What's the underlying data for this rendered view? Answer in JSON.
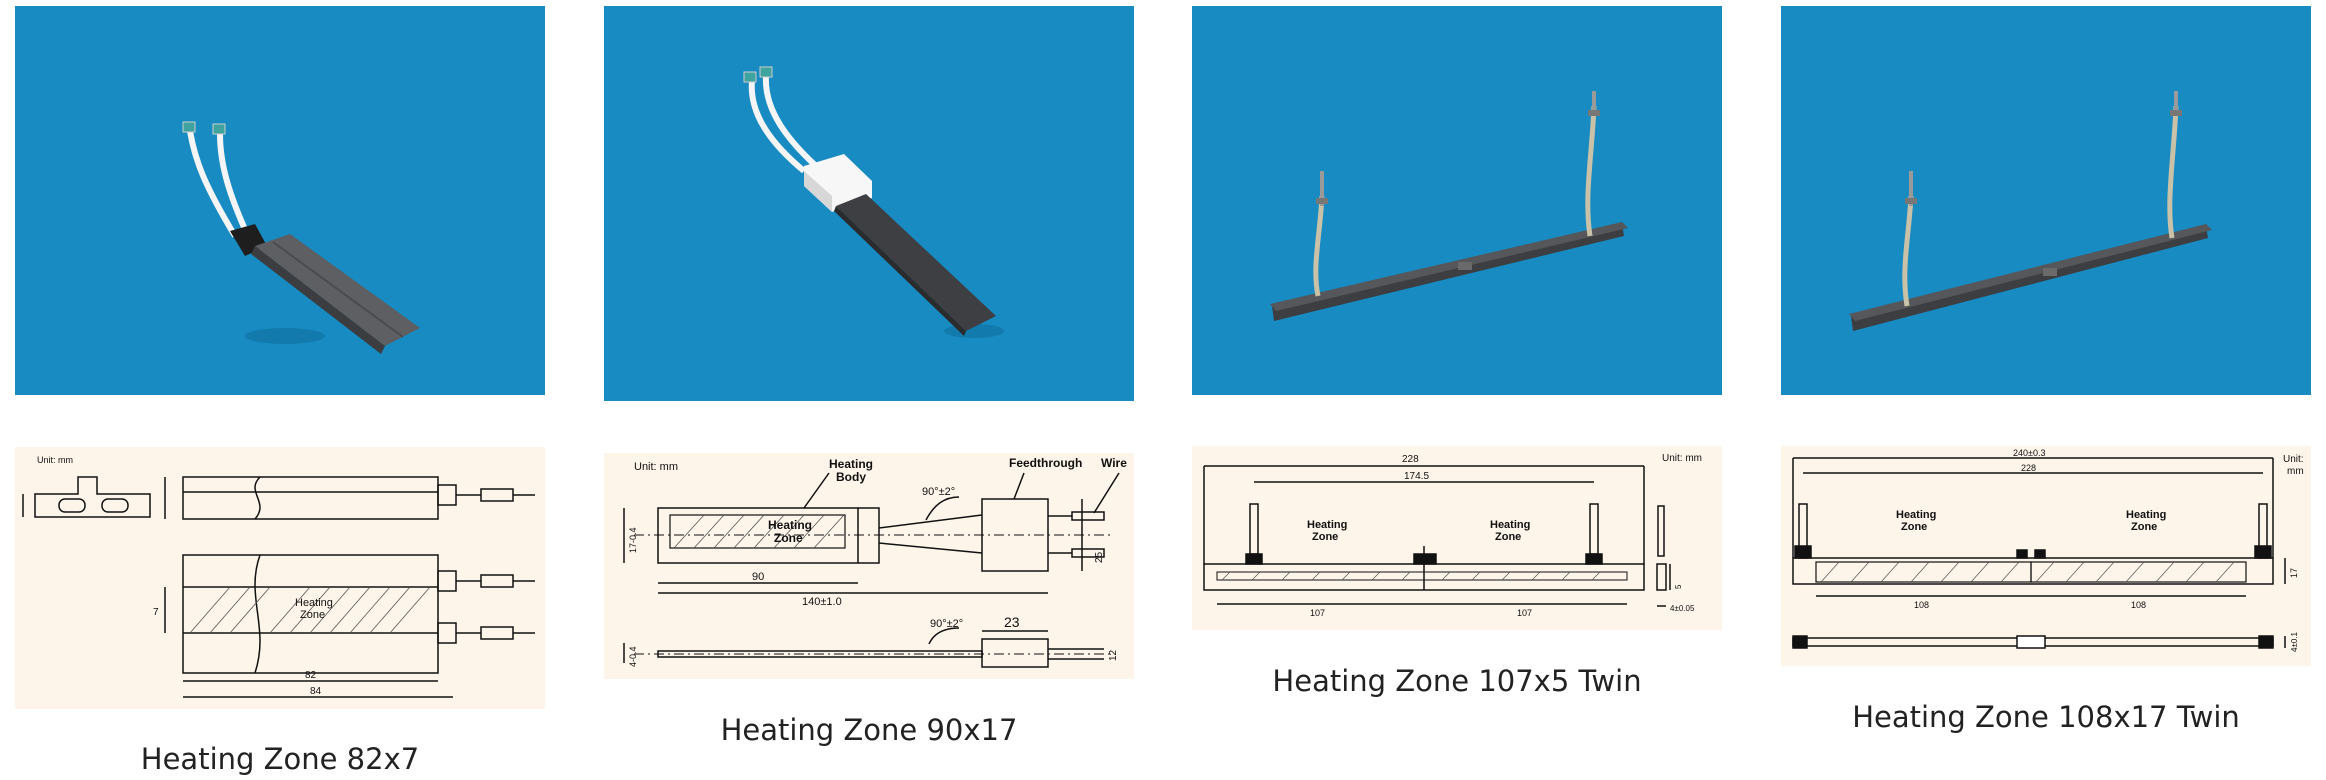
{
  "colors": {
    "photo_background": "#178bc2",
    "drawing_background": "#fdf4ea",
    "caption_text": "#222222"
  },
  "products": [
    {
      "caption": "Heating Zone 82x7",
      "drawing": {
        "unit": "Unit: mm",
        "zone_label_1": "Heating",
        "zone_label_2": "Zone",
        "dim_length": "82",
        "dim_total": "84",
        "dim_width": "7"
      }
    },
    {
      "caption": "Heating Zone 90x17",
      "drawing": {
        "unit": "Unit: mm",
        "body_label_1": "Heating",
        "body_label_2": "Body",
        "feedthrough_label": "Feedthrough",
        "wire_label": "Wire",
        "zone_label_1": "Heating",
        "zone_label_2": "Zone",
        "dim_angle_top": "90°±2°",
        "dim_angle_bottom": "90°±2°",
        "dim_zone": "90",
        "dim_total": "140±1.0",
        "dim_height": "25",
        "dim_feed": "23",
        "dim_wire": "12",
        "dim_width": "17-0.4",
        "dim_thick": "4-0.4"
      }
    },
    {
      "caption": "Heating Zone 107x5 Twin",
      "drawing": {
        "unit": "Unit: mm",
        "zone_a_1": "Heating",
        "zone_a_2": "Zone",
        "zone_b_1": "Heating",
        "zone_b_2": "Zone",
        "dim_total": "228",
        "dim_inner": "174.5",
        "dim_left": "107",
        "dim_right": "107",
        "dim_side": "4±0.05",
        "dim_height": "5"
      }
    },
    {
      "caption": "Heating Zone 108x17 Twin",
      "drawing": {
        "unit_1": "Unit:",
        "unit_2": "mm",
        "zone_a_1": "Heating",
        "zone_a_2": "Zone",
        "zone_b_1": "Heating",
        "zone_b_2": "Zone",
        "dim_total": "240±0.3",
        "dim_inner": "228",
        "dim_left": "108",
        "dim_right": "108",
        "dim_height": "17",
        "dim_thick": "4±0.1"
      }
    }
  ]
}
